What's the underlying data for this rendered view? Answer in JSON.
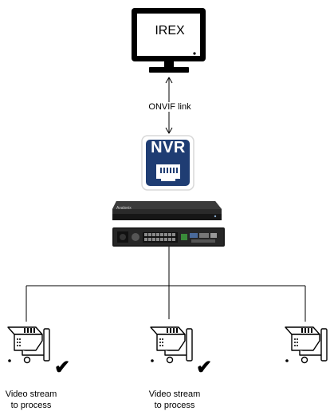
{
  "monitor": {
    "label": "IREX",
    "icon": "monitor-icon"
  },
  "link": {
    "label": "ONVIF link"
  },
  "nvr_badge": {
    "label": "NVR",
    "icon": "ethernet-port-icon"
  },
  "recorder": {
    "brand": "Avalonix",
    "icon": "nvr-device-icon"
  },
  "cameras": [
    {
      "icon": "security-camera-icon",
      "caption": "Video stream\nto process",
      "checked": true
    },
    {
      "icon": "security-camera-icon",
      "caption": "Video stream\nto process",
      "checked": true
    },
    {
      "icon": "security-camera-icon",
      "caption": "",
      "checked": false
    }
  ],
  "check_mark": "✔",
  "colors": {
    "badge_blue": "#1f3d73",
    "badge_border": "#d8d8d8",
    "line": "#000000",
    "device_dark": "#1c1c1c"
  }
}
